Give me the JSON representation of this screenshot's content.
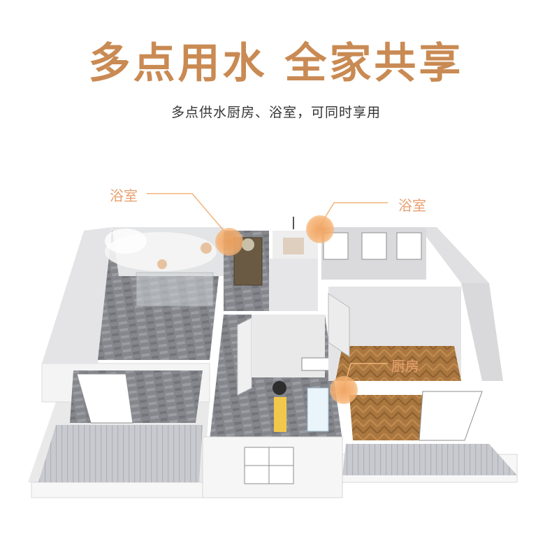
{
  "headline": "多点用水 全家共享",
  "subline": "多点供水厨房、浴室，可同时享用",
  "callouts": {
    "bathroom_left": "浴室",
    "bathroom_right": "浴室",
    "kitchen": "厨房"
  },
  "colors": {
    "headline": "#c98a53",
    "callout_text": "#e8a071",
    "callout_line": "#f0b47c",
    "wall": "#f2f2f2",
    "floor_tile": "#8a8c92",
    "floor_wood": "#a9773f"
  }
}
